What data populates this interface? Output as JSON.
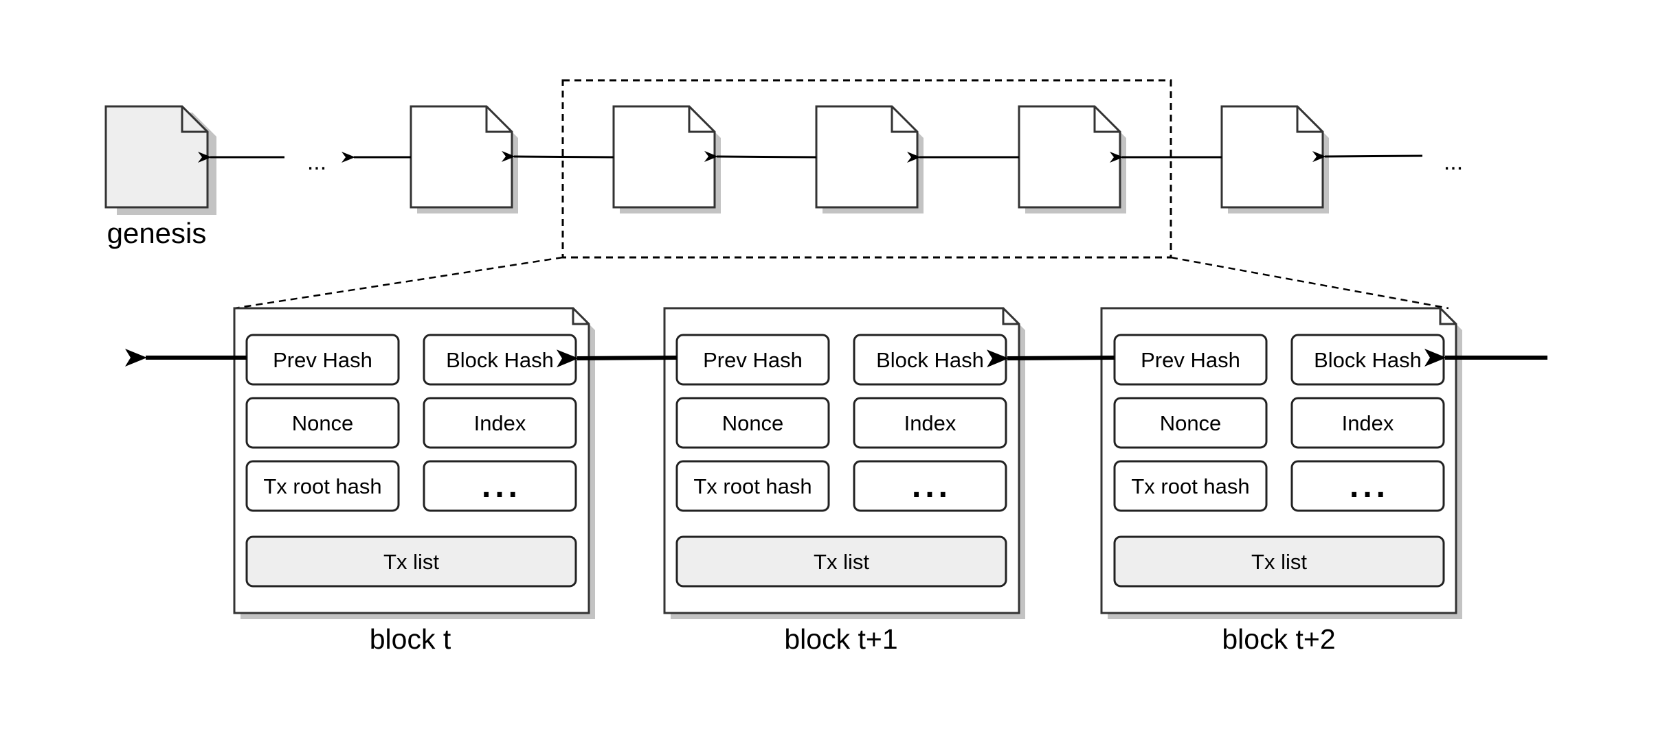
{
  "chain": {
    "genesis_label": "genesis",
    "left_gap_label": "...",
    "right_gap_label": "..."
  },
  "blocks": [
    {
      "caption": "block t",
      "fields": {
        "prev_hash": "Prev Hash",
        "block_hash": "Block Hash",
        "nonce": "Nonce",
        "index": "Index",
        "tx_root_hash": "Tx root hash",
        "more": "...",
        "tx_list": "Tx list"
      }
    },
    {
      "caption": "block t+1",
      "fields": {
        "prev_hash": "Prev Hash",
        "block_hash": "Block Hash",
        "nonce": "Nonce",
        "index": "Index",
        "tx_root_hash": "Tx root hash",
        "more": "...",
        "tx_list": "Tx list"
      }
    },
    {
      "caption": "block t+2",
      "fields": {
        "prev_hash": "Prev Hash",
        "block_hash": "Block Hash",
        "nonce": "Nonce",
        "index": "Index",
        "tx_root_hash": "Tx root hash",
        "more": "...",
        "tx_list": "Tx list"
      }
    }
  ],
  "colors": {
    "stroke": "#333333",
    "shadow": "#c3c3c3",
    "doc_fill": "#ffffff",
    "genesis_fill": "#eeeeee",
    "tx_list_fill": "#eeeeee"
  }
}
